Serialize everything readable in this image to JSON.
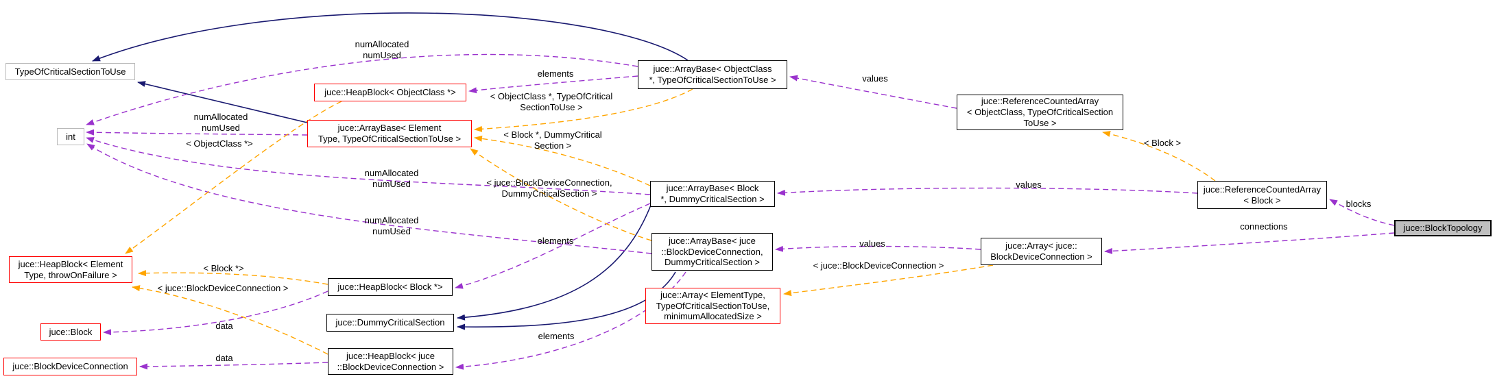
{
  "diagram": {
    "title": "juce::BlockTopology collaboration graph",
    "background": "#ffffff",
    "colors": {
      "inheritance": "#191970",
      "usage": "#9a32cd",
      "template": "#ffa500",
      "node_border": "#000000",
      "red_node_border": "#ff0000",
      "external_node_border": "#b9b9b9",
      "current_node_fill": "#bfbfbf",
      "node_fill": "#ffffff",
      "text": "#000000"
    },
    "nodes": [
      {
        "id": "typeofcs",
        "lines": [
          "TypeOfCriticalSectionToUse"
        ],
        "style": "external",
        "clickable": false
      },
      {
        "id": "int",
        "lines": [
          "int"
        ],
        "style": "external",
        "clickable": false
      },
      {
        "id": "heapblock_objectclass",
        "lines": [
          "juce::HeapBlock< ObjectClass *>"
        ],
        "style": "red",
        "clickable": true
      },
      {
        "id": "arraybase_element",
        "lines": [
          "juce::ArrayBase< Element",
          "Type, TypeOfCriticalSectionToUse >"
        ],
        "style": "red",
        "clickable": true
      },
      {
        "id": "arraybase_objectclass",
        "lines": [
          "juce::ArrayBase< ObjectClass",
          "*, TypeOfCriticalSectionToUse >"
        ],
        "style": "normal",
        "clickable": true
      },
      {
        "id": "refcountedarray_objectclass",
        "lines": [
          "juce::ReferenceCountedArray",
          "< ObjectClass, TypeOfCriticalSection",
          "ToUse >"
        ],
        "style": "normal",
        "clickable": true
      },
      {
        "id": "arraybase_block",
        "lines": [
          "juce::ArrayBase< Block",
          "*, DummyCriticalSection >"
        ],
        "style": "normal",
        "clickable": true
      },
      {
        "id": "refcountedarray_block",
        "lines": [
          "juce::ReferenceCountedArray",
          "< Block >"
        ],
        "style": "normal",
        "clickable": true
      },
      {
        "id": "blocktopology",
        "lines": [
          "juce::BlockTopology"
        ],
        "style": "current",
        "clickable": false
      },
      {
        "id": "arraybase_bdc",
        "lines": [
          "juce::ArrayBase< juce",
          "::BlockDeviceConnection,",
          "DummyCriticalSection >"
        ],
        "style": "normal",
        "clickable": true
      },
      {
        "id": "array_bdc",
        "lines": [
          "juce::Array< juce::",
          "BlockDeviceConnection >"
        ],
        "style": "normal",
        "clickable": true
      },
      {
        "id": "array_elementtype",
        "lines": [
          "juce::Array< ElementType,",
          "TypeOfCriticalSectionToUse,",
          "minimumAllocatedSize >"
        ],
        "style": "red",
        "clickable": true
      },
      {
        "id": "heapblock_element",
        "lines": [
          "juce::HeapBlock< Element",
          "Type, throwOnFailure >"
        ],
        "style": "red",
        "clickable": true
      },
      {
        "id": "heapblock_block",
        "lines": [
          "juce::HeapBlock< Block *>"
        ],
        "style": "normal",
        "clickable": true
      },
      {
        "id": "dummycriticalsection",
        "lines": [
          "juce::DummyCriticalSection"
        ],
        "style": "normal",
        "clickable": true
      },
      {
        "id": "heapblock_bdc",
        "lines": [
          "juce::HeapBlock< juce",
          "::BlockDeviceConnection >"
        ],
        "style": "normal",
        "clickable": true
      },
      {
        "id": "block",
        "lines": [
          "juce::Block"
        ],
        "style": "red",
        "clickable": true
      },
      {
        "id": "blockdeviceconnection",
        "lines": [
          "juce::BlockDeviceConnection"
        ],
        "style": "red",
        "clickable": true
      }
    ],
    "edges": [
      {
        "id": "e_inherit_1",
        "from": "arraybase_objectclass",
        "to": "typeofcs",
        "type": "inheritance",
        "label": []
      },
      {
        "id": "e_inherit_2",
        "from": "arraybase_element",
        "to": "typeofcs",
        "type": "inheritance",
        "label": []
      },
      {
        "id": "e_inherit_3",
        "from": "arraybase_block",
        "to": "dummycriticalsection",
        "type": "inheritance",
        "label": []
      },
      {
        "id": "e_inherit_4",
        "from": "arraybase_bdc",
        "to": "dummycriticalsection",
        "type": "inheritance",
        "label": []
      },
      {
        "id": "u_elements_1",
        "from": "arraybase_objectclass",
        "to": "heapblock_objectclass",
        "type": "usage",
        "label": [
          "elements"
        ]
      },
      {
        "id": "u_num_1",
        "from": "arraybase_objectclass",
        "to": "int",
        "type": "usage",
        "label": [
          "numAllocated",
          "numUsed"
        ]
      },
      {
        "id": "u_num_2",
        "from": "arraybase_element",
        "to": "int",
        "type": "usage",
        "label": [
          "numAllocated",
          "numUsed"
        ]
      },
      {
        "id": "u_num_3",
        "from": "arraybase_block",
        "to": "int",
        "type": "usage",
        "label": [
          "numAllocated",
          "numUsed"
        ]
      },
      {
        "id": "u_num_4",
        "from": "arraybase_bdc",
        "to": "int",
        "type": "usage",
        "label": [
          "numAllocated",
          "numUsed"
        ]
      },
      {
        "id": "u_values_1",
        "from": "refcountedarray_objectclass",
        "to": "arraybase_objectclass",
        "type": "usage",
        "label": [
          "values"
        ]
      },
      {
        "id": "u_values_2",
        "from": "refcountedarray_block",
        "to": "arraybase_block",
        "type": "usage",
        "label": [
          "values"
        ]
      },
      {
        "id": "u_values_3",
        "from": "array_bdc",
        "to": "arraybase_bdc",
        "type": "usage",
        "label": [
          "values"
        ]
      },
      {
        "id": "u_blocks",
        "from": "blocktopology",
        "to": "refcountedarray_block",
        "type": "usage",
        "label": [
          "blocks"
        ]
      },
      {
        "id": "u_connections",
        "from": "blocktopology",
        "to": "array_bdc",
        "type": "usage",
        "label": [
          "connections"
        ]
      },
      {
        "id": "u_elements_2",
        "from": "arraybase_block",
        "to": "heapblock_block",
        "type": "usage",
        "label": [
          "elements"
        ]
      },
      {
        "id": "u_elements_3",
        "from": "arraybase_bdc",
        "to": "heapblock_bdc",
        "type": "usage",
        "label": [
          "elements"
        ]
      },
      {
        "id": "u_data_1",
        "from": "heapblock_block",
        "to": "block",
        "type": "usage",
        "label": [
          "data"
        ]
      },
      {
        "id": "u_data_2",
        "from": "heapblock_bdc",
        "to": "blockdeviceconnection",
        "type": "usage",
        "label": [
          "data"
        ]
      },
      {
        "id": "t_1",
        "from": "arraybase_objectclass",
        "to": "arraybase_element",
        "type": "template",
        "label": [
          "< ObjectClass *, TypeOfCritical",
          "SectionToUse >"
        ]
      },
      {
        "id": "t_2",
        "from": "arraybase_block",
        "to": "arraybase_element",
        "type": "template",
        "label": [
          "< Block *, DummyCritical",
          "Section >"
        ]
      },
      {
        "id": "t_3",
        "from": "arraybase_bdc",
        "to": "arraybase_element",
        "type": "template",
        "label": [
          "< juce::BlockDeviceConnection,",
          "DummyCriticalSection >"
        ]
      },
      {
        "id": "t_4",
        "from": "refcountedarray_block",
        "to": "refcountedarray_objectclass",
        "type": "template",
        "label": [
          "< Block >"
        ]
      },
      {
        "id": "t_5",
        "from": "array_bdc",
        "to": "array_elementtype",
        "type": "template",
        "label": [
          "< juce::BlockDeviceConnection >"
        ]
      },
      {
        "id": "t_6",
        "from": "heapblock_objectclass",
        "to": "heapblock_element",
        "type": "template",
        "label": [
          "< ObjectClass *>"
        ]
      },
      {
        "id": "t_7",
        "from": "heapblock_block",
        "to": "heapblock_element",
        "type": "template",
        "label": [
          "< Block *>"
        ]
      },
      {
        "id": "t_8",
        "from": "heapblock_bdc",
        "to": "heapblock_element",
        "type": "template",
        "label": [
          "< juce::BlockDeviceConnection >"
        ]
      }
    ]
  }
}
